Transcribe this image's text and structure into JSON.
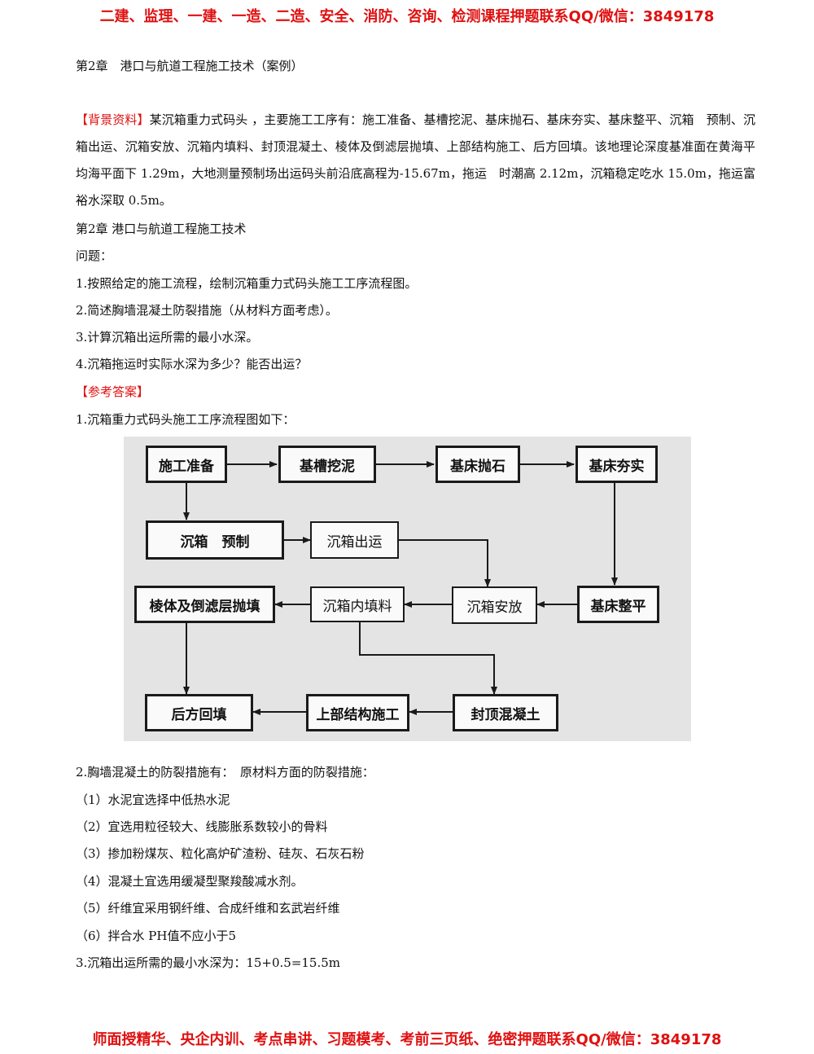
{
  "header_banner": "二建、监理、一建、一造、二造、安全、消防、咨询、检测课程押题联系QQ/微信：3849178",
  "footer_banner": "师面授精华、央企内训、考点串讲、习题模考、考前三页纸、绝密押题联系QQ/微信：3849178",
  "chapter_title": "第2章　港口与航道工程施工技术（案例）",
  "background": {
    "label": "【背景资料】",
    "text": "某沉箱重力式码头 ，主要施工工序有：施工准备、基槽挖泥、基床抛石、基床夯实、基床整平、沉箱　预制、沉箱出运、沉箱安放、沉箱内填料、封顶混凝土、棱体及倒滤层抛填、上部结构施工、后方回填。该地理论深度基准面在黄海平均海平面下 1.29m，大地测量预制场出运码头前沿底高程为-15.67m，拖运　时潮高 2.12m，沉箱稳定吃水 15.0m，拖运富裕水深取 0.5m。"
  },
  "chapter_repeat": "第2章 港口与航道工程施工技术",
  "questions_label": "问题：",
  "questions": [
    "1.按照给定的施工流程，绘制沉箱重力式码头施工工序流程图。",
    "2.简述胸墙混凝土防裂措施（从材料方面考虑）。",
    "3.计算沉箱出运所需的最小水深。",
    "4.沉箱拖运时实际水深为多少？能否出运？"
  ],
  "answer_label": "【参考答案】",
  "answer1_intro": "1.沉箱重力式码头施工工序流程图如下：",
  "flowchart": {
    "prep": "施工准备",
    "dredge": "基槽挖泥",
    "riprap": "基床抛石",
    "compact": "基床夯实",
    "prefab": "沉箱　预制",
    "transport": "沉箱出运",
    "install": "沉箱安放",
    "level": "基床整平",
    "fill": "沉箱内填料",
    "prism": "棱体及倒滤层抛填",
    "backfill": "后方回填",
    "superstructure": "上部结构施工",
    "capping": "封顶混凝土"
  },
  "answer2_intro": "2.胸墙混凝土的防裂措施有：　原材料方面的防裂措施：",
  "answer2_items": [
    "（1）水泥宜选择中低热水泥",
    "（2）宜选用粒径较大、线膨胀系数较小的骨料",
    "（3）掺加粉煤灰、粒化高炉矿渣粉、硅灰、石灰石粉",
    "（4）混凝土宜选用缓凝型聚羧酸减水剂。",
    "（5）纤维宜采用钢纤维、合成纤维和玄武岩纤维",
    "（6）拌合水 PH值不应小于5"
  ],
  "answer3": "3.沉箱出运所需的最小水深为：15+0.5=15.5m"
}
